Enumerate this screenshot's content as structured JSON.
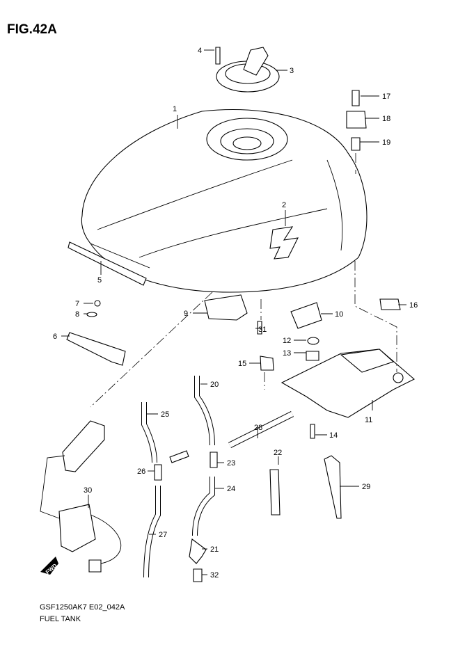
{
  "figure": {
    "title": "FIG.42A",
    "code": "GSF1250AK7 E02_042A",
    "name": "FUEL TANK"
  },
  "callouts": [
    "1",
    "2",
    "3",
    "4",
    "5",
    "6",
    "7",
    "8",
    "9",
    "10",
    "11",
    "12",
    "13",
    "14",
    "15",
    "16",
    "17",
    "18",
    "19",
    "20",
    "21",
    "22",
    "23",
    "24",
    "25",
    "26",
    "27",
    "28",
    "29",
    "30",
    "31",
    "32"
  ],
  "fwd_marker": "FWD"
}
